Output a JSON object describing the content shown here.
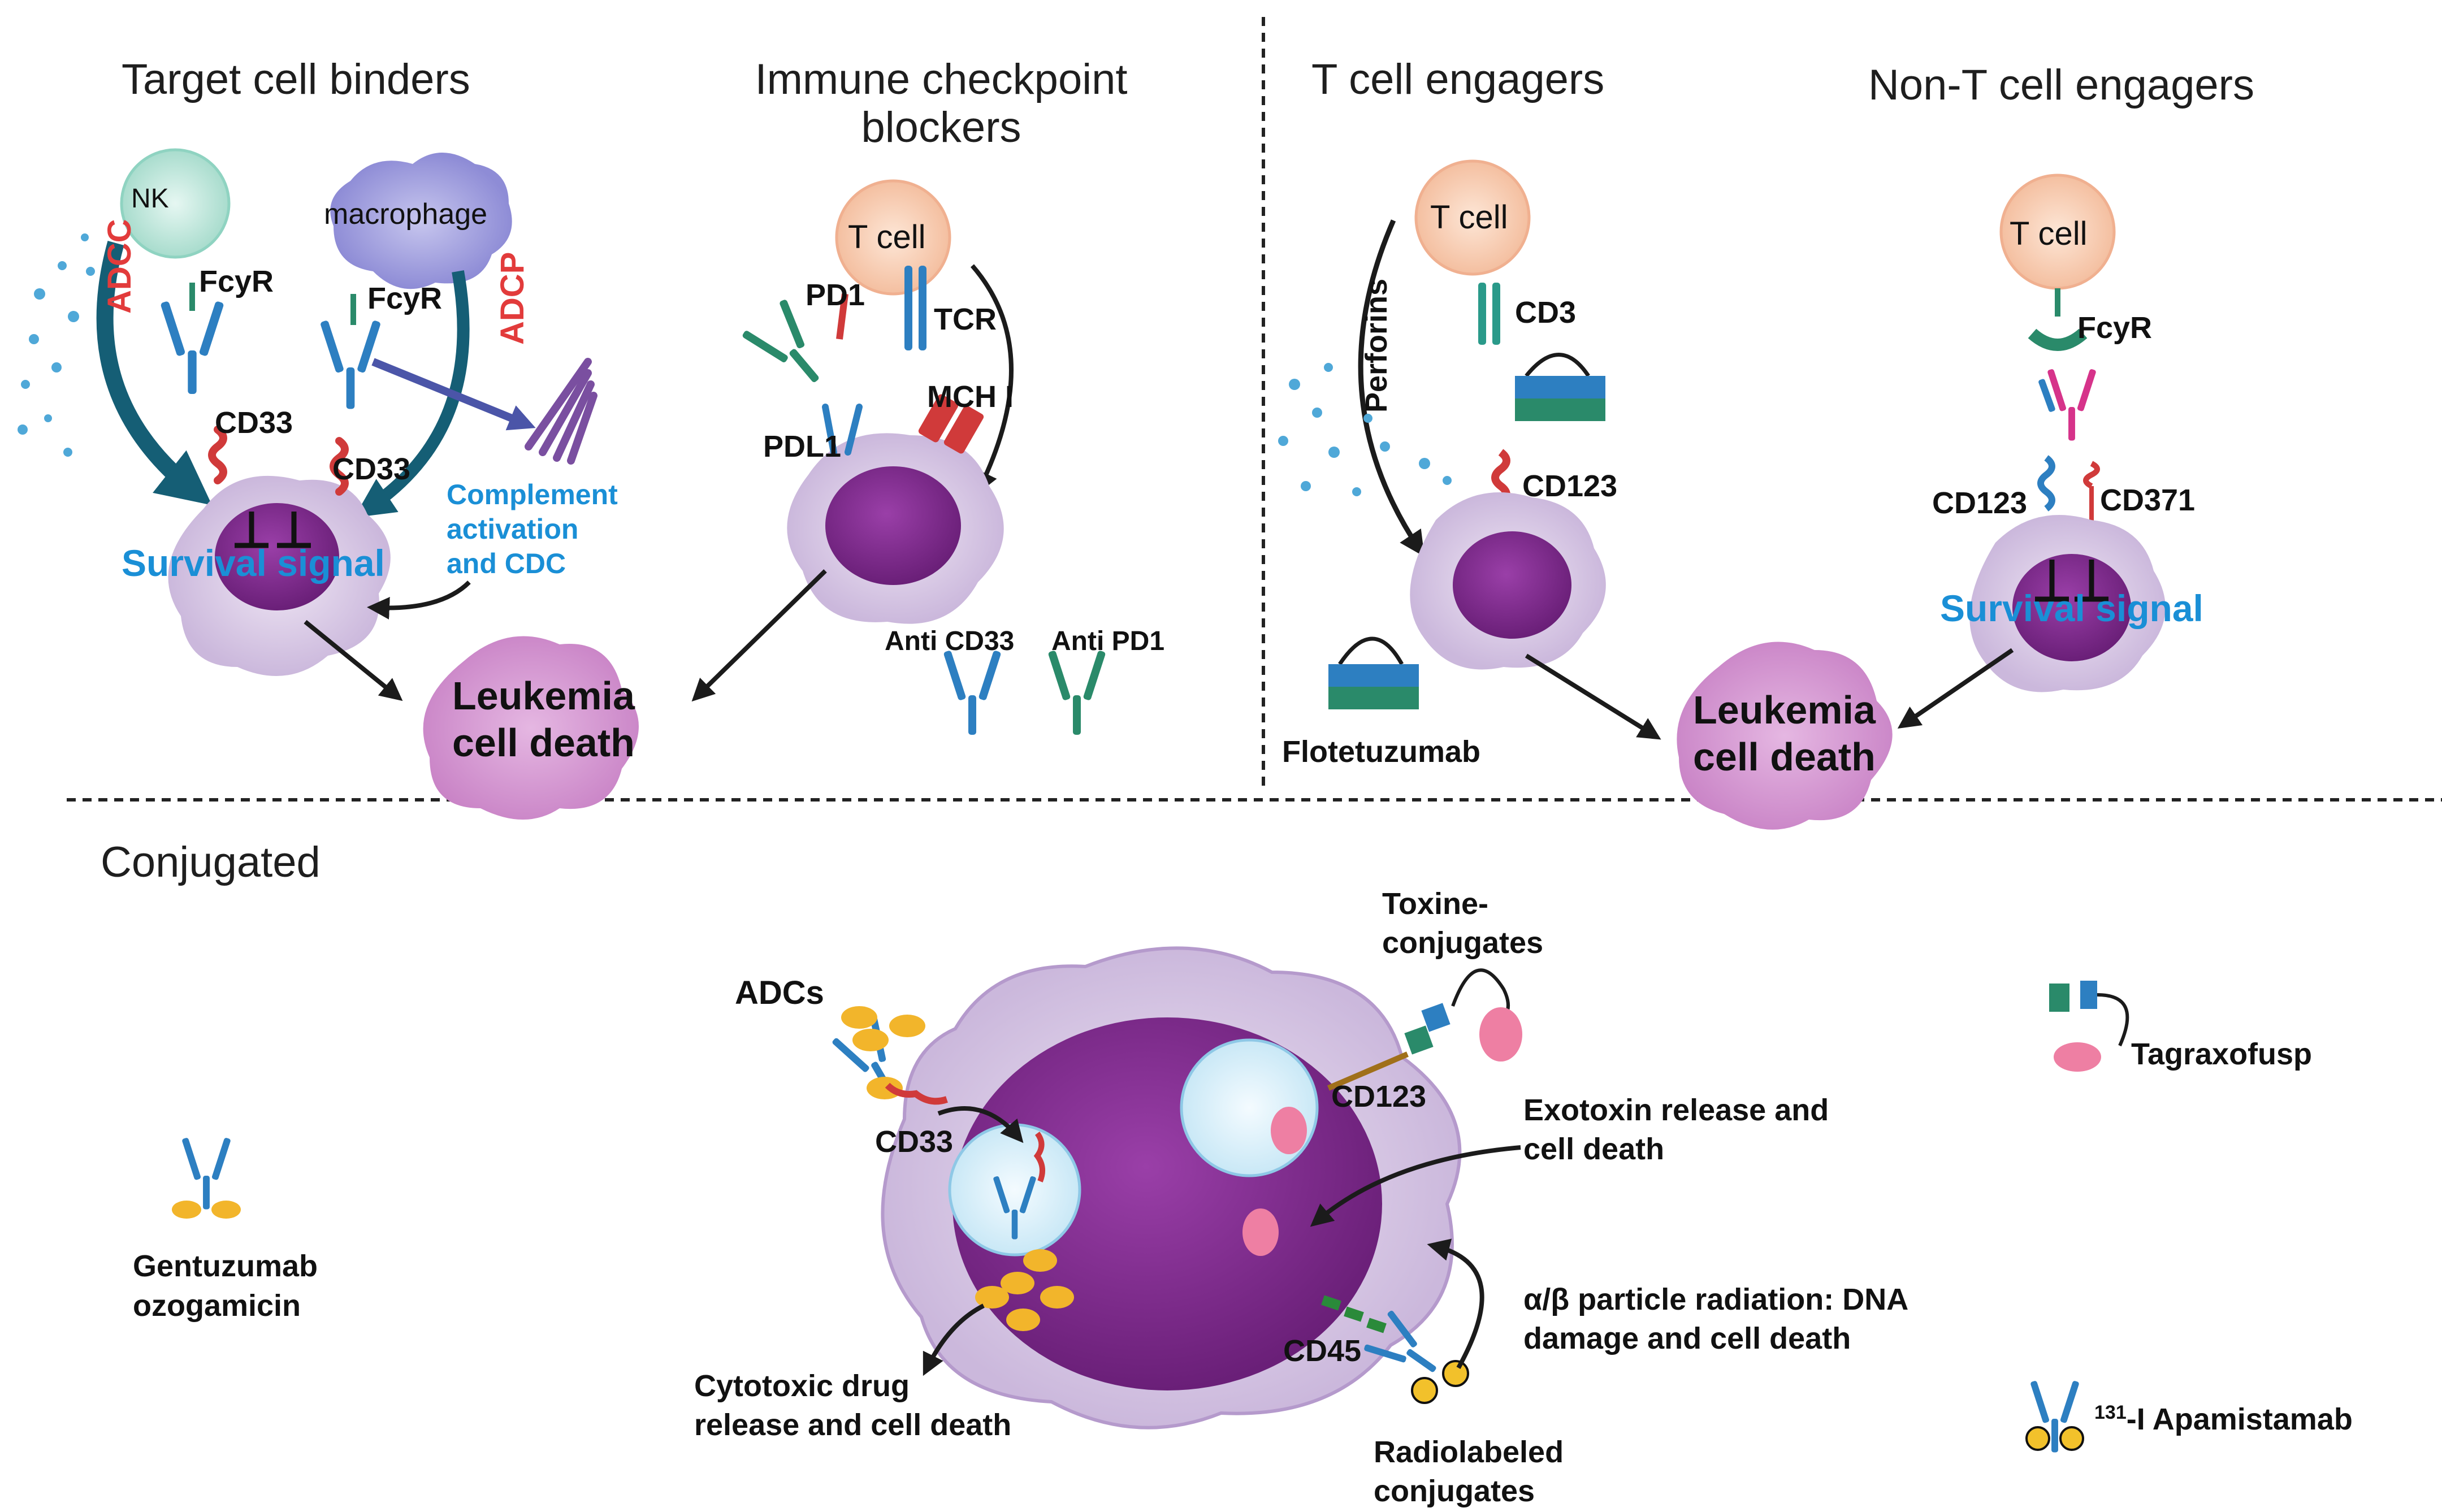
{
  "panels": {
    "target_binders": {
      "title": "Target cell binders",
      "nk": "NK",
      "macrophage": "macrophage",
      "fcyr_nk": "FcyR",
      "fcyr_mac": "FcyR",
      "adcc": "ADCC",
      "adcp": "ADCP",
      "cd33_a": "CD33",
      "cd33_b": "CD33",
      "complement": "Complement\nactivation\nand CDC",
      "survival": "Survival signal",
      "death": "Leukemia\ncell death"
    },
    "checkpoint": {
      "title": "Immune checkpoint\nblockers",
      "tcell": "T cell",
      "pd1": "PD1",
      "tcr": "TCR",
      "pdl1": "PDL1",
      "mch": "MCH I",
      "anti_cd33": "Anti CD33",
      "anti_pd1": "Anti PD1"
    },
    "t_engagers": {
      "title": "T cell engagers",
      "tcell": "T cell",
      "perforins": "Perforins",
      "cd3": "CD3",
      "cd123": "CD123",
      "flotetuzumab": "Flotetuzumab"
    },
    "non_t_engagers": {
      "title": "Non-T cell engagers",
      "tcell": "T cell",
      "fcyr": "FcyR",
      "cd123": "CD123",
      "cd371": "CD371",
      "survival": "Survival signal",
      "death": "Leukemia\ncell death"
    },
    "conjugated": {
      "title": "Conjugated",
      "gentuzumab": "Gentuzumab\nozogamicin",
      "adcs": "ADCs",
      "cd33": "CD33",
      "toxine": "Toxine-\nconjugates",
      "cd123": "CD123",
      "exotoxin": "Exotoxin release and\ncell death",
      "radiation": "α/β particle radiation: DNA\ndamage and cell death",
      "cd45": "CD45",
      "cytotoxic": "Cytotoxic drug\nrelease and cell death",
      "radiolabeled": "Radiolabeled\nconjugates",
      "tagraxofusp": "Tagraxofusp",
      "apamistamab_sup": "131",
      "apamistamab": "-I Apamistamab"
    }
  },
  "colors": {
    "cell_purple": "#7d2c8a",
    "cell_membrane": "#d9cde6",
    "tcell_fill": "#f8d2b8",
    "nk_fill": "#c9ece4",
    "antibody_blue": "#2d7fc1",
    "antibody_green": "#2a8a6a",
    "cd33_red": "#d03a3a",
    "drug_yellow": "#f2b52b",
    "toxin_pink": "#ee7fa3",
    "label_blue": "#1a8fd6",
    "label_red": "#e23b3b"
  }
}
